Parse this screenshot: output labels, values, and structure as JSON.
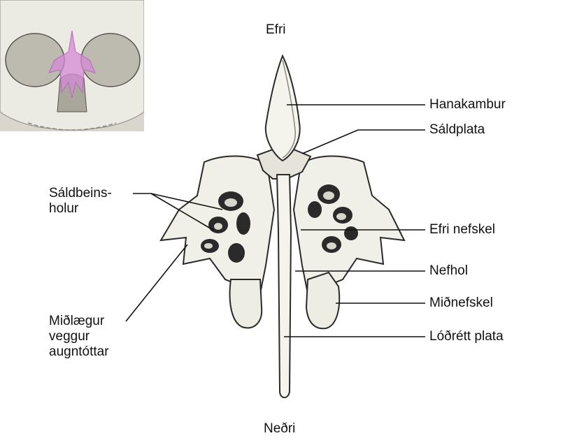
{
  "orientation": {
    "top": "Efri",
    "bottom": "Neðri"
  },
  "labels": {
    "hanakambur": "Hanakambur",
    "saldplata": "Sáldplata",
    "efri_nefskel": "Efri nefskel",
    "nefhol": "Nefhol",
    "midnefskel": "Miðnefskel",
    "lodrett_plata": "Lóðrétt plata",
    "saldbeinsholur": "Sáldbeins-\nholur",
    "midlaegur_veggur": "Miðlægur\nveggur\naugntóttar"
  },
  "colors": {
    "line": "#111111",
    "bone_fill": "#f1f0e8",
    "bone_shade": "#cfcdc2",
    "bone_dark": "#2a2a2a",
    "inset_bg": "#dcdad0",
    "inset_skull": "#ecebe3",
    "highlight": "#d48ad6"
  }
}
